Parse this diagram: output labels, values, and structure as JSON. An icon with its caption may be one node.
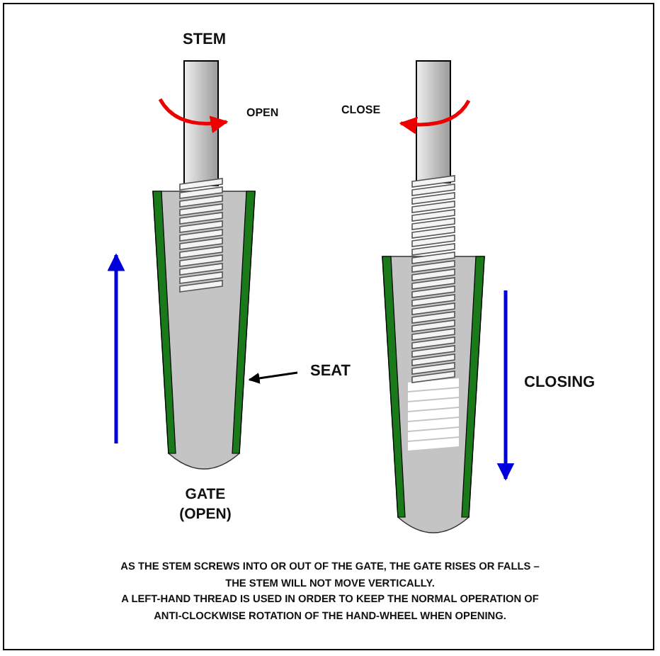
{
  "diagram": {
    "nodes": [
      {
        "text": [
          "SEAT"
        ]
      },
      {
        "text": [],
        "shape": "bar"
      }
    ],
    "edges": [
      {
        "from": 0,
        "to": 1,
        "arrow": "to"
      }
    ],
    "labels": [
      "STEM",
      "OPEN",
      "CLOSE",
      "GATE (OPEN)",
      "CLOSING",
      "AS THE STEM SCREWS INTO OR OUT OF THE GATE, THE GATE RISES OR FALLS – THE STEM WILL NOT MOVE VERTICALLY.",
      "A LEFT-HAND THREAD IS USED IN ORDER TO KEEP THE NORMAL OPERATION OF ANTI-CLOCKWISE ROTATION OF THE HAND-WHEEL WHEN OPENING."
    ]
  }
}
